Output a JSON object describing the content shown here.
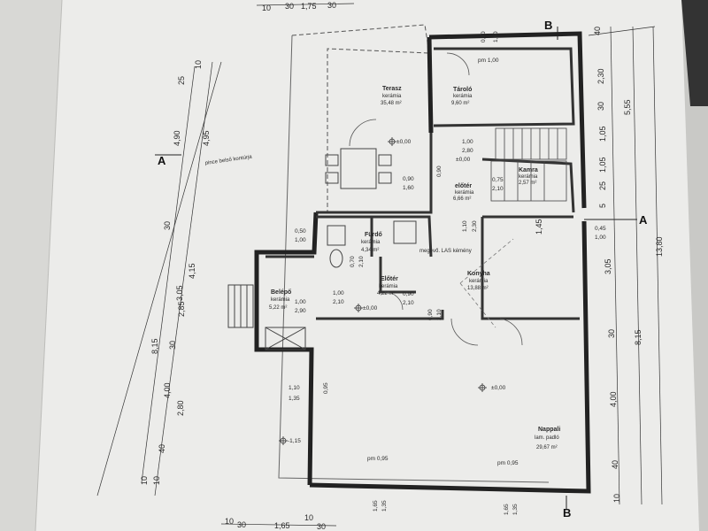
{
  "rooms": {
    "terasz": {
      "name": "Terasz",
      "floor": "kerámia",
      "area": "35,48 m²"
    },
    "tarolo": {
      "name": "Tároló",
      "floor": "kerámia",
      "area": "9,60 m²"
    },
    "furdo": {
      "name": "Fürdő",
      "floor": "kerámia",
      "area": "4,34 m²"
    },
    "eloter": {
      "name": "Előtér",
      "floor": "kerámia",
      "area": "4,22 m²"
    },
    "belepo": {
      "name": "Belépő",
      "floor": "kerámia",
      "area": "5,22 m²"
    },
    "konyha": {
      "name": "Konyha",
      "floor": "kerámia",
      "area": "13,88 m²"
    },
    "nappali": {
      "name": "Nappali",
      "floor": "lam. padló",
      "area": "29,67 m²"
    },
    "kamra": {
      "name": "Kamra",
      "floor": "kerámia",
      "area": "2,57 m²"
    },
    "eloter2": {
      "name": "előtér",
      "floor": "kerámia",
      "area": "6,66 m²"
    }
  },
  "notes": {
    "kemeny": "megévő. LAS kémény",
    "pince": "pince belső kontúrja",
    "pm_top": "pm 1,00",
    "pm_left": "pm 0,95",
    "pm_right": "pm 0,95",
    "lvl_terasz": "±0,00",
    "lvl_eloter": "±0,00",
    "lvl_belepo": "±0,00",
    "lvl_nappali": "±0,00",
    "lvl_outside": "-1,15"
  },
  "section_marks": {
    "b_top": "B",
    "b_bottom": "B",
    "a_right": "A",
    "a_left": "A"
  },
  "dimensions": {
    "top": [
      "10",
      "30",
      "1,75",
      "30"
    ],
    "bottom": [
      "10",
      "30",
      "1,65",
      "10",
      "30"
    ],
    "right_outer": "13,80",
    "right_mid": [
      "5,55",
      "8,15"
    ],
    "right_inner": [
      "40",
      "2,30",
      "30",
      "1,05",
      "25",
      "1,05",
      "5",
      "1,45",
      "3,05",
      "30",
      "4,00",
      "40",
      "10"
    ],
    "left_outer": [
      "10",
      "30",
      "4,15",
      "2,85",
      "30",
      "4,00",
      "2,80",
      "40",
      "10"
    ],
    "left_long": [
      "8,15",
      "3,05",
      "4,95",
      "4,90",
      "25",
      "10"
    ],
    "openings": [
      "0,90",
      "1,60",
      "1,00",
      "2,80",
      "0,90",
      "1,60",
      "0,75",
      "2,10",
      "1,00",
      "2,10",
      "0,90",
      "2,10",
      "0,50",
      "1,00",
      "1,00",
      "2,90",
      "1,10",
      "1,35",
      "0,95",
      "1,10",
      "2,30",
      "0,90",
      "2,10",
      "0,45",
      "1,00",
      "0,70",
      "2,10",
      "0,90",
      "1,65",
      "1,35",
      "1,65",
      "1,35"
    ]
  }
}
